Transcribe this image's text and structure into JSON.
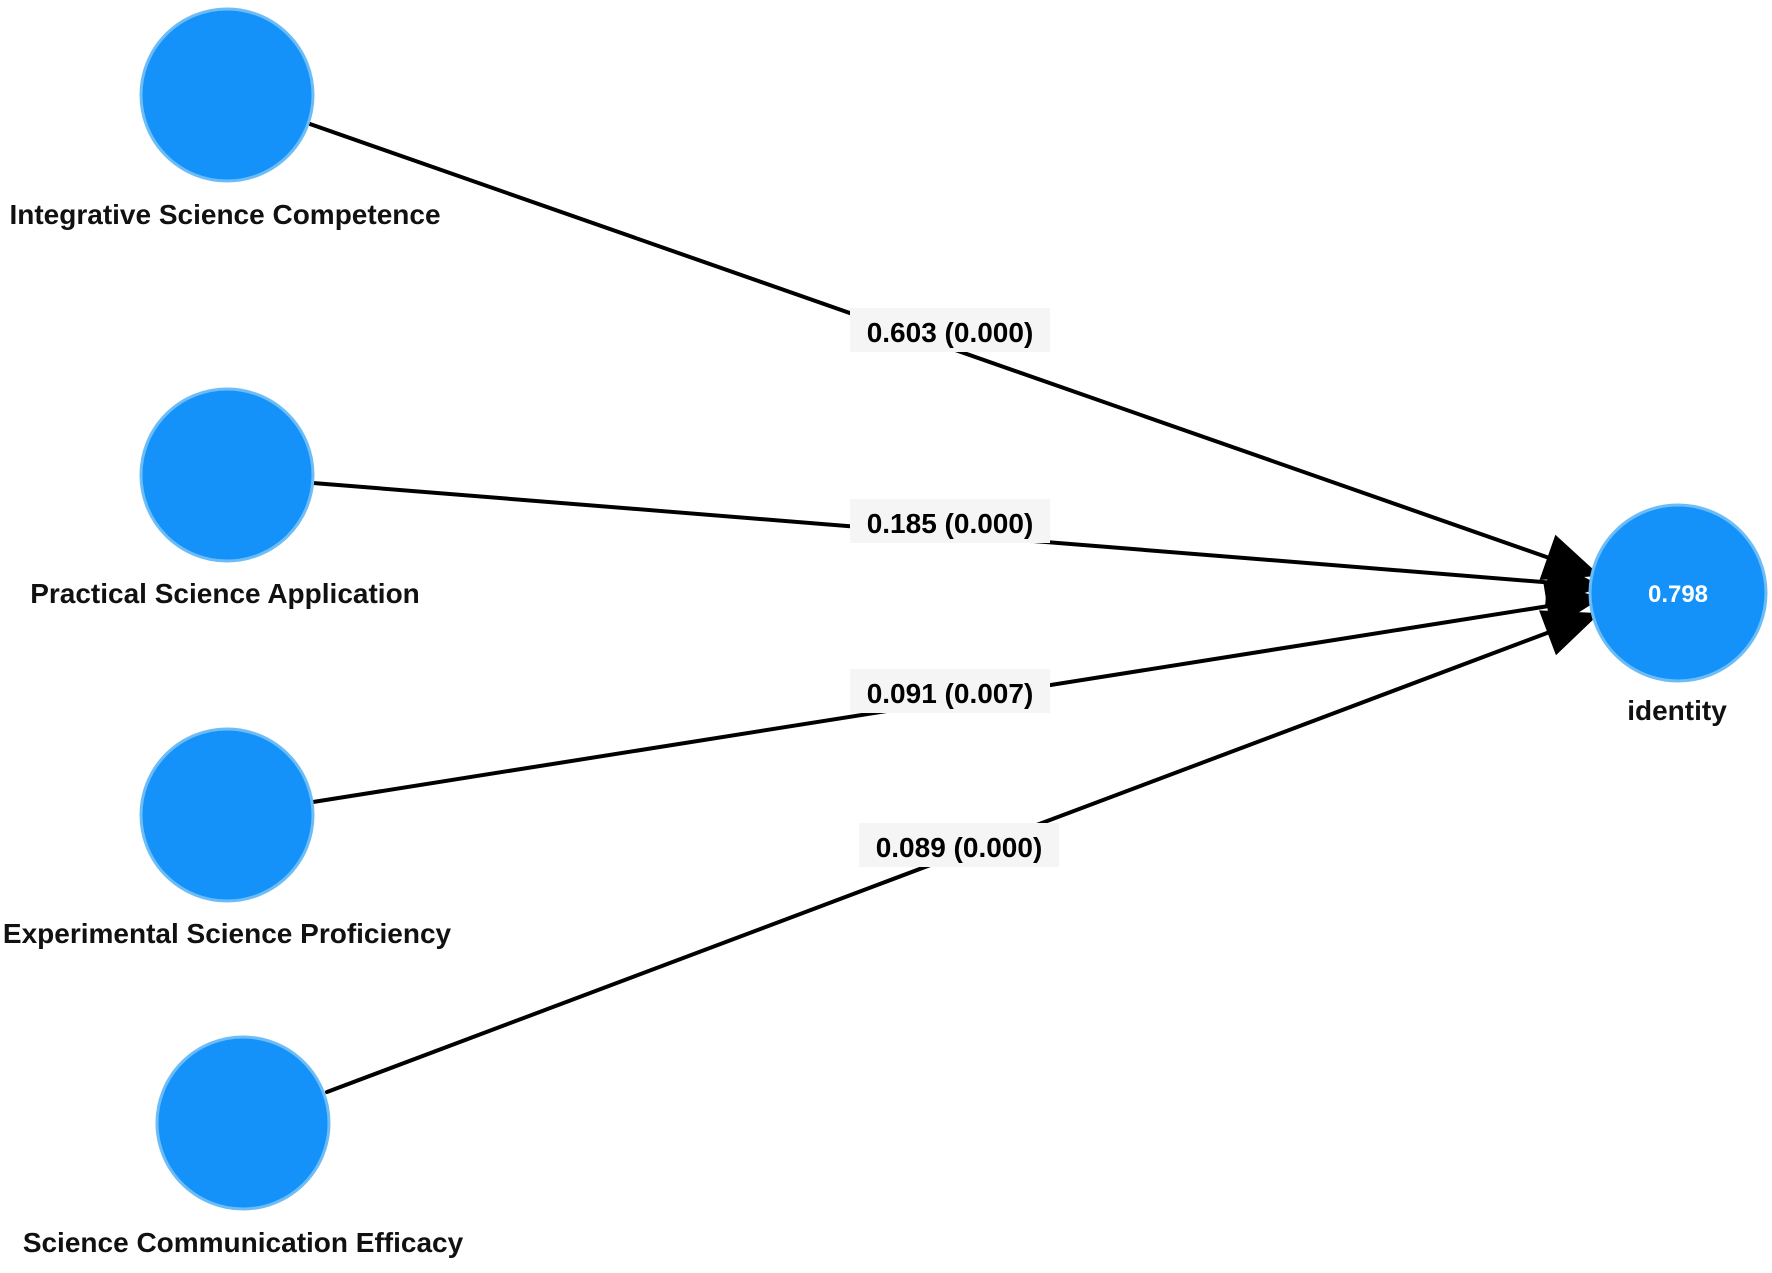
{
  "colors": {
    "node_fill": "#1592fa",
    "node_stroke": "#6cbdf5",
    "edge": "#000000",
    "label_bg": "#f5f5f5",
    "background": "#ffffff"
  },
  "nodes": [
    {
      "id": "integrative",
      "label": "Integrative Science Competence"
    },
    {
      "id": "practical",
      "label": "Practical Science Application"
    },
    {
      "id": "experimental",
      "label": "Experimental Science Proficiency"
    },
    {
      "id": "communication",
      "label": "Science Communication Efficacy"
    },
    {
      "id": "identity",
      "label": "identity",
      "value": "0.798"
    }
  ],
  "edges": [
    {
      "from": "integrative",
      "to": "identity",
      "label": "0.603 (0.000)"
    },
    {
      "from": "practical",
      "to": "identity",
      "label": "0.185 (0.000)"
    },
    {
      "from": "experimental",
      "to": "identity",
      "label": "0.091 (0.007)"
    },
    {
      "from": "communication",
      "to": "identity",
      "label": "0.089 (0.000)"
    }
  ]
}
